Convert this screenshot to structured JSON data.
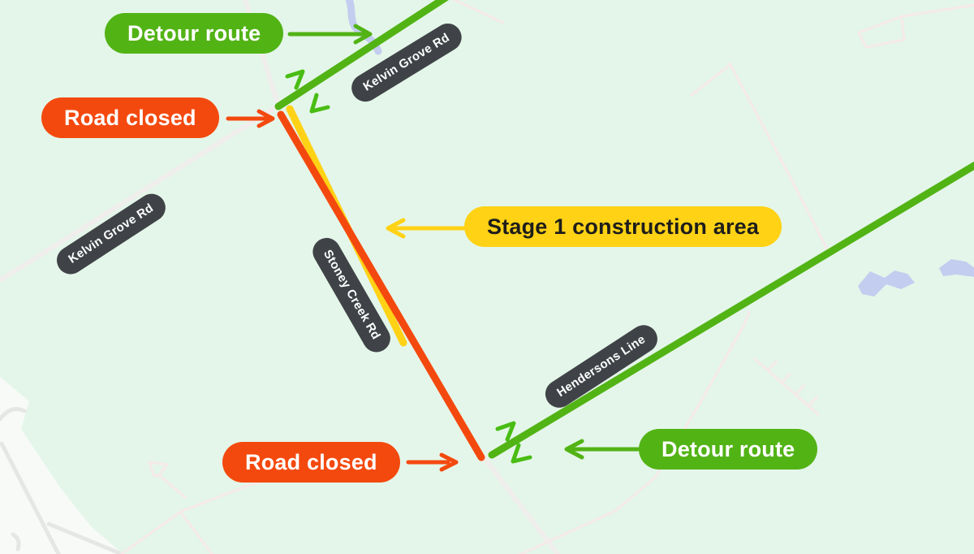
{
  "map": {
    "callouts": {
      "detour_route_top": {
        "label": "Detour route"
      },
      "road_closed_top": {
        "label": "Road closed"
      },
      "stage1_construction": {
        "label": "Stage 1 construction area"
      },
      "road_closed_bottom": {
        "label": "Road closed"
      },
      "detour_route_bottom": {
        "label": "Detour route"
      }
    },
    "road_labels": {
      "kelvin_grove_top": {
        "text": "Kelvin Grove Rd"
      },
      "kelvin_grove_left": {
        "text": "Kelvin Grove Rd"
      },
      "stoney_creek": {
        "text": "Stoney Creek Rd"
      },
      "hendersons_line": {
        "text": "Hendersons Line"
      }
    },
    "colors": {
      "background": "#e4f6e9",
      "detour_green": "#52b315",
      "closed_orange": "#f4490e",
      "construction_yellow": "#ffd215",
      "road_label_dark": "#3f4347",
      "water_blue": "#c3cdf0",
      "urban_area_white": "#f8faf8",
      "minor_road_pink": "#f6e9e9"
    }
  }
}
